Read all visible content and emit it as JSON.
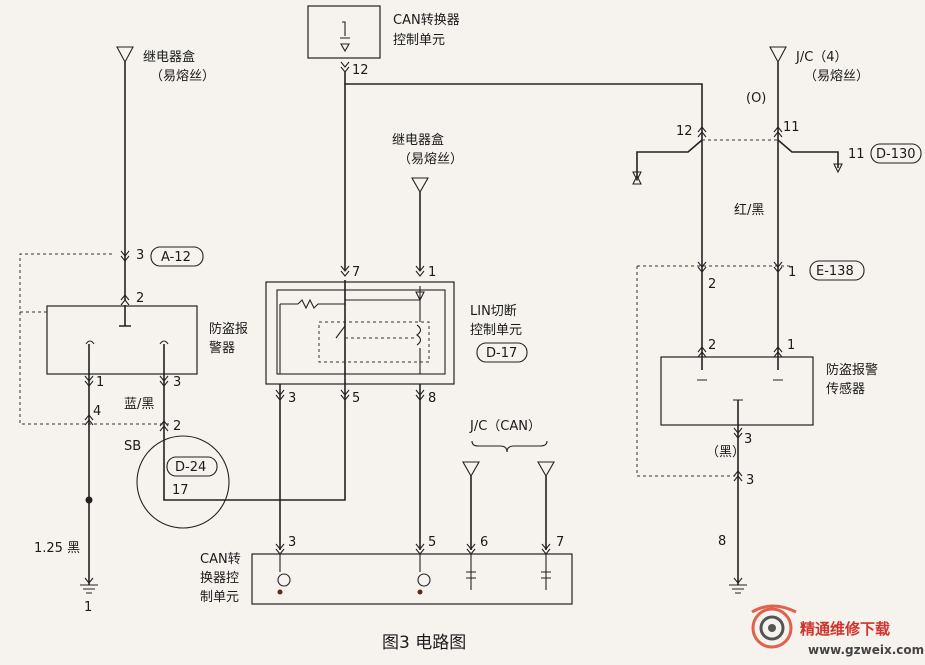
{
  "caption": "图3   电路图",
  "watermark": {
    "title": "精通维修下载",
    "url": "www.gzweix.com"
  },
  "colors": {
    "line": "#222222",
    "paper": "#f6f3ee",
    "watermark": "#d0342c"
  },
  "sources": {
    "relay_box_left": {
      "line1": "继电器盒",
      "line2": "（易熔丝）"
    },
    "relay_box_mid": {
      "line1": "继电器盒",
      "line2": "（易熔丝）"
    },
    "jc4": {
      "line1": "J/C（4）",
      "line2": "（易熔丝）",
      "wire": "(O)"
    },
    "jc_can": "J/C（CAN）"
  },
  "units": {
    "can_top": {
      "line1": "CAN转换器",
      "line2": "控制单元"
    },
    "antitheft_alarm": {
      "line1": "防盗报",
      "line2": "警器"
    },
    "lin_cutoff": {
      "line1": "LIN切断",
      "line2": "控制单元"
    },
    "antitheft_sensor": {
      "line1": "防盗报警",
      "line2": "传感器"
    },
    "can_bottom": {
      "line1": "CAN转",
      "line2": "换器控",
      "line3": "制单元"
    }
  },
  "connectors": {
    "a12": "A-12",
    "d17": "D-17",
    "d24": "D-24",
    "d130": "D-130",
    "e138": "E-138",
    "sb": "SB"
  },
  "wire_colors": {
    "blue_black": "蓝/黑",
    "red_black": "红/黑",
    "black_paren": "（黑）",
    "black_125": "1.25 黑"
  },
  "pins": {
    "can_top_12": "12",
    "alarm_a12_3": "3",
    "alarm_2": "2",
    "alarm_1": "1",
    "alarm_3": "3",
    "alarm_4": "4",
    "alarm_d_2": "2",
    "d24_17": "17",
    "ground_1": "1",
    "lin_7": "7",
    "lin_1": "1",
    "lin_3": "3",
    "lin_5": "5",
    "lin_8": "8",
    "can_b_3": "3",
    "can_b_5": "5",
    "can_b_6": "6",
    "can_b_7": "7",
    "junc_12": "12",
    "junc_11": "11",
    "d130_11": "11",
    "e138_2": "2",
    "e138_1": "1",
    "sensor_2": "2",
    "sensor_1": "1",
    "sensor_3": "3",
    "sensor_gnd_3": "3",
    "sensor_gnd_8": "8"
  }
}
